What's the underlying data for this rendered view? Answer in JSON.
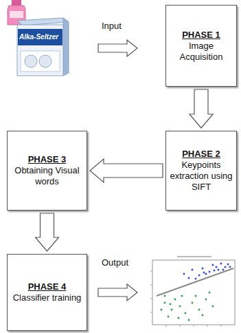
{
  "diagram": {
    "nodes": [
      {
        "text": [
          "PHASE 1",
          "Image Acquisition"
        ]
      },
      {
        "text": [
          "PHASE 2",
          "Keypoints extraction using SIFT"
        ]
      },
      {
        "text": [
          "PHASE 3",
          "Obtaining Visual words"
        ]
      },
      {
        "text": [
          "PHASE 4",
          "Classifier training"
        ]
      }
    ],
    "edges": [
      {
        "from": 0,
        "to": 1,
        "arrow": "to"
      },
      {
        "from": 1,
        "to": 2,
        "arrow": "to"
      },
      {
        "from": 2,
        "to": 3,
        "arrow": "to"
      }
    ],
    "labels": [
      "Input",
      "Output",
      "Alka-Seltzer"
    ]
  }
}
